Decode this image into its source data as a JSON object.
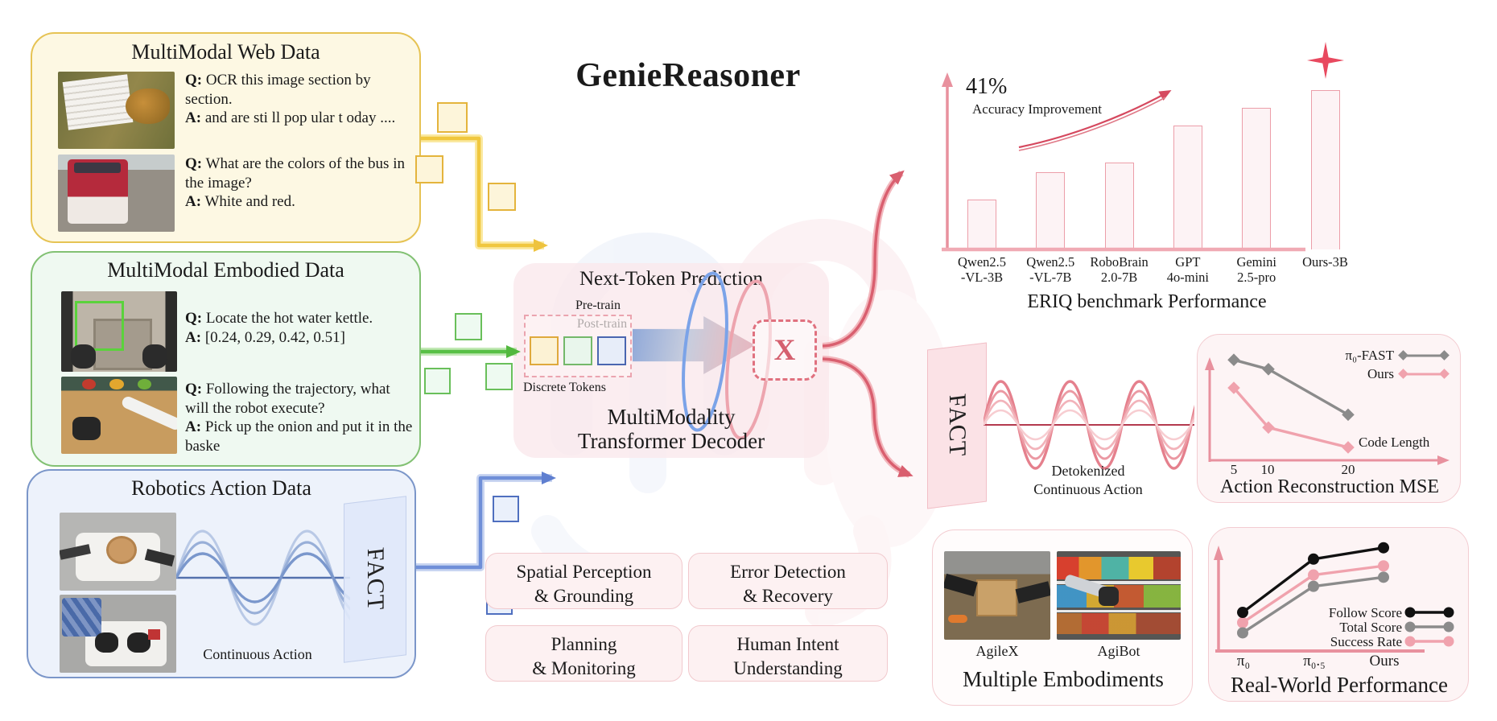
{
  "title": "GenieReasoner",
  "colors": {
    "accent_pink": "#e05c70",
    "soft_pink": "#f2a3ae",
    "yellow_border": "#e6c354",
    "green_border": "#82c173",
    "blue_border": "#7b96c9",
    "gray_series": "#8b8b8b",
    "black_series": "#111111"
  },
  "web_data_box": {
    "title": "MultiModal Web Data",
    "qa1": {
      "q_label": "Q:",
      "q": "OCR this image section by section.",
      "a_label": "A:",
      "a": "and are sti ll pop ular t oday ...."
    },
    "qa2": {
      "q_label": "Q:",
      "q": "What are the colors of the bus in the image?",
      "a_label": "A:",
      "a": "White and red."
    }
  },
  "embodied_data_box": {
    "title": "MultiModal Embodied Data",
    "qa1": {
      "q_label": "Q:",
      "q": "Locate the hot water kettle.",
      "a_label": "A:",
      "a": "[0.24, 0.29, 0.42, 0.51]"
    },
    "qa2": {
      "q_label": "Q:",
      "q": "Following the trajectory, what will the robot execute?",
      "a_label": "A:",
      "a": "Pick up the onion and put it in the baske"
    }
  },
  "robotics_box": {
    "title": "Robotics Action Data",
    "wave_label": "Continuous Action",
    "fact_label": "FACT"
  },
  "center": {
    "panel_title": "Next-Token Prediction",
    "pretrain_label": "Pre-train",
    "posttrain_label": "Post-train",
    "tokens_label": "Discrete Tokens",
    "x_symbol": "X",
    "decoder_line1": "MultiModality",
    "decoder_line2": "Transformer Decoder"
  },
  "capabilities": [
    {
      "line1": "Spatial Perception",
      "line2": "& Grounding"
    },
    {
      "line1": "Error Detection",
      "line2": "& Recovery"
    },
    {
      "line1": "Planning",
      "line2": "& Monitoring"
    },
    {
      "line1": "Human Intent",
      "line2": "Understanding"
    }
  ],
  "detokenizer": {
    "fact_label": "FACT",
    "caption_line1": "Detokenized",
    "caption_line2": "Continuous Action"
  },
  "embodiments": {
    "caption": "Multiple Embodiments",
    "items": [
      {
        "label": "AgileX"
      },
      {
        "label": "AgiBot"
      }
    ]
  },
  "chart_data": [
    {
      "id": "eriq",
      "type": "bar",
      "title": "ERIQ benchmark Performance",
      "annotation": "41%",
      "annotation_sub": "Accuracy Improvement",
      "categories": [
        "Qwen2.5\n-VL-3B",
        "Qwen2.5\n-VL-7B",
        "RoboBrain\n2.0-7B",
        "GPT\n4o-mini",
        "Gemini\n2.5-pro",
        "Ours-3B"
      ],
      "values": [
        31,
        48,
        54,
        77,
        88,
        99
      ],
      "ylim": [
        0,
        100
      ],
      "highlight": "Ours-3B",
      "grid": false,
      "note": "values are relative accuracy (no numeric axis shown); Ours-3B bar topped with sparkle"
    },
    {
      "id": "mse",
      "type": "line",
      "title": "Action Reconstruction MSE",
      "x": [
        5,
        10,
        20
      ],
      "xlabel": "Code Length",
      "ylim": [
        0,
        1
      ],
      "legend_position": "top-right",
      "series": [
        {
          "name": "π₀-FAST",
          "color": "#8b8b8b",
          "values": [
            0.84,
            0.76,
            0.37
          ]
        },
        {
          "name": "Ours",
          "color": "#f0a2ad",
          "values": [
            0.6,
            0.26,
            0.09
          ]
        }
      ],
      "note": "relative MSE read from pixel positions; no numeric y axis shown"
    },
    {
      "id": "rwp",
      "type": "line",
      "title": "Real-World Performance",
      "categories": [
        "π₀",
        "π₀.₅",
        "Ours"
      ],
      "ylim": [
        0,
        1
      ],
      "legend_position": "middle-right",
      "series": [
        {
          "name": "Follow Score",
          "color": "#111111",
          "values": [
            0.34,
            0.81,
            0.91
          ]
        },
        {
          "name": "Total Score",
          "color": "#8b8b8b",
          "values": [
            0.16,
            0.57,
            0.65
          ]
        },
        {
          "name": "Success Rate",
          "color": "#f0a2ad",
          "values": [
            0.25,
            0.67,
            0.75
          ]
        }
      ],
      "note": "relative scores read from pixel positions; no numeric y axis shown"
    }
  ]
}
